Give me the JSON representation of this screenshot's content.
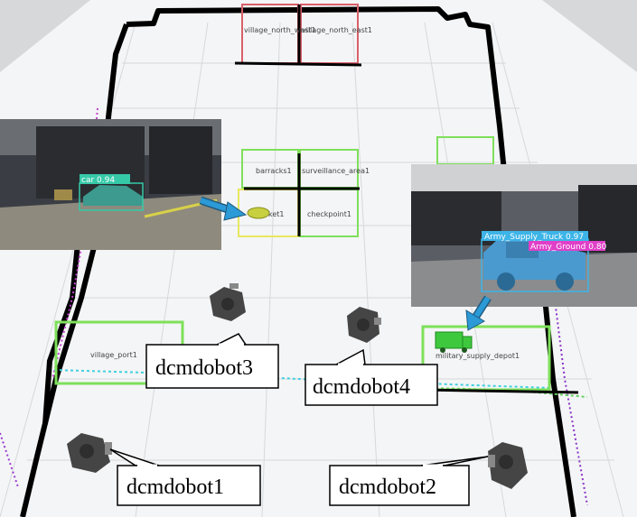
{
  "regions": {
    "village_north_west": "village_north_west1",
    "village_north_east": "village_north_east1",
    "barracks": "barracks1",
    "surveillance_area": "surveillance_area1",
    "market": "market1",
    "checkpoint": "checkpoint1",
    "village_port": "village_port1",
    "military_supply_depot": "military_supply_depot1"
  },
  "robots": {
    "robot1": "dcmdobot1",
    "robot2": "dcmdobot2",
    "robot3": "dcmdobot3",
    "robot4": "dcmdobot4"
  },
  "detections": {
    "left_inset": "car  0.94",
    "right_inset_truck": "Army_Supply_Truck  0.97",
    "right_inset_ground": "Army_Ground  0.80"
  },
  "colors": {
    "region_green": "#7ee05a",
    "region_red": "#d9606a",
    "region_yellow": "#e8e860",
    "wall": "#000000",
    "arrow_blue": "#2b9ad6",
    "car_box": "#36c9a8",
    "truck_box": "#3cb4e8",
    "ground_box": "#e040c8"
  }
}
